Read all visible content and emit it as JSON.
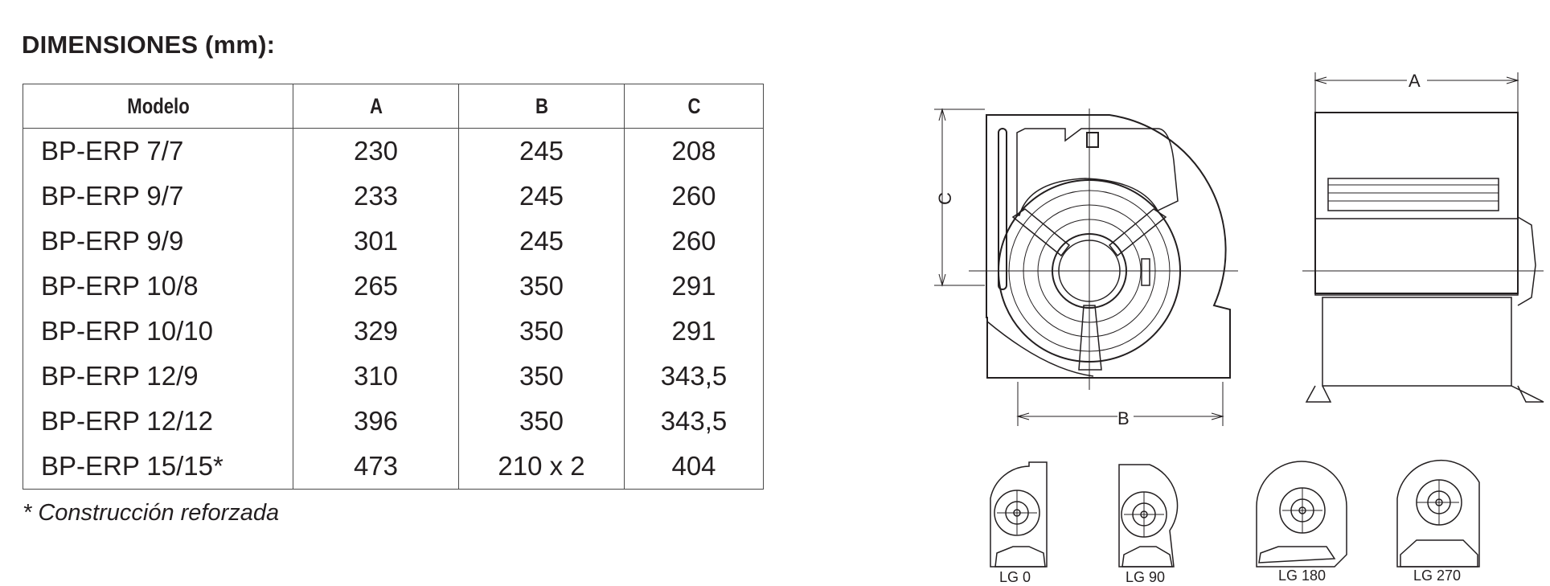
{
  "title": "DIMENSIONES (mm):",
  "table": {
    "headers": [
      "Modelo",
      "A",
      "B",
      "C"
    ],
    "rows": [
      [
        "BP-ERP 7/7",
        "230",
        "245",
        "208"
      ],
      [
        "BP-ERP 9/7",
        "233",
        "245",
        "260"
      ],
      [
        "BP-ERP 9/9",
        "301",
        "245",
        "260"
      ],
      [
        "BP-ERP 10/8",
        "265",
        "350",
        "291"
      ],
      [
        "BP-ERP 10/10",
        "329",
        "350",
        "291"
      ],
      [
        "BP-ERP 12/9",
        "310",
        "350",
        "343,5"
      ],
      [
        "BP-ERP 12/12",
        "396",
        "350",
        "343,5"
      ],
      [
        "BP-ERP 15/15*",
        "473",
        "210 x 2",
        "404"
      ]
    ]
  },
  "footnote": "* Construcción reforzada",
  "drawing": {
    "dim_a": "A",
    "dim_b": "B",
    "dim_c": "C",
    "orientations": [
      "LG 0",
      "LG 90",
      "LG 180",
      "LG 270"
    ]
  }
}
